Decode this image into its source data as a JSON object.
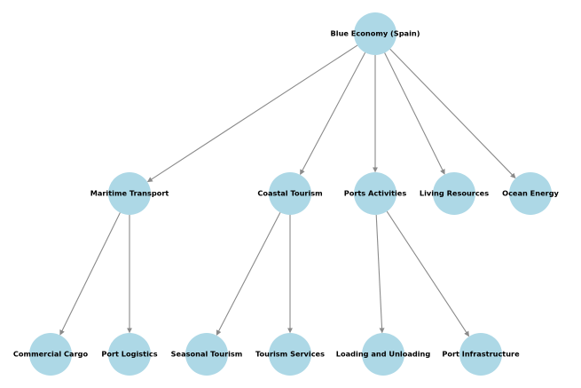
{
  "diagram": {
    "root": "blue-economy",
    "nodes": [
      {
        "id": "blue-economy",
        "label": "Blue Economy (Spain)"
      },
      {
        "id": "maritime-transport",
        "label": "Maritime Transport"
      },
      {
        "id": "coastal-tourism",
        "label": "Coastal Tourism"
      },
      {
        "id": "ports-activities",
        "label": "Ports Activities"
      },
      {
        "id": "living-resources",
        "label": "Living Resources"
      },
      {
        "id": "ocean-energy",
        "label": "Ocean Energy"
      },
      {
        "id": "commercial-cargo",
        "label": "Commercial Cargo"
      },
      {
        "id": "port-logistics",
        "label": "Port Logistics"
      },
      {
        "id": "seasonal-tourism",
        "label": "Seasonal Tourism"
      },
      {
        "id": "tourism-services",
        "label": "Tourism Services"
      },
      {
        "id": "loading-and-unloading",
        "label": "Loading and Unloading"
      },
      {
        "id": "port-infrastructure",
        "label": "Port Infrastructure"
      }
    ],
    "edges": [
      {
        "from": "blue-economy",
        "to": "maritime-transport"
      },
      {
        "from": "blue-economy",
        "to": "coastal-tourism"
      },
      {
        "from": "blue-economy",
        "to": "ports-activities"
      },
      {
        "from": "blue-economy",
        "to": "living-resources"
      },
      {
        "from": "blue-economy",
        "to": "ocean-energy"
      },
      {
        "from": "maritime-transport",
        "to": "commercial-cargo"
      },
      {
        "from": "maritime-transport",
        "to": "port-logistics"
      },
      {
        "from": "coastal-tourism",
        "to": "seasonal-tourism"
      },
      {
        "from": "coastal-tourism",
        "to": "tourism-services"
      },
      {
        "from": "ports-activities",
        "to": "loading-and-unloading"
      },
      {
        "from": "ports-activities",
        "to": "port-infrastructure"
      }
    ],
    "colors": {
      "node_fill": "#add8e6",
      "edge": "#8a8a8a",
      "label": "#000000"
    }
  }
}
